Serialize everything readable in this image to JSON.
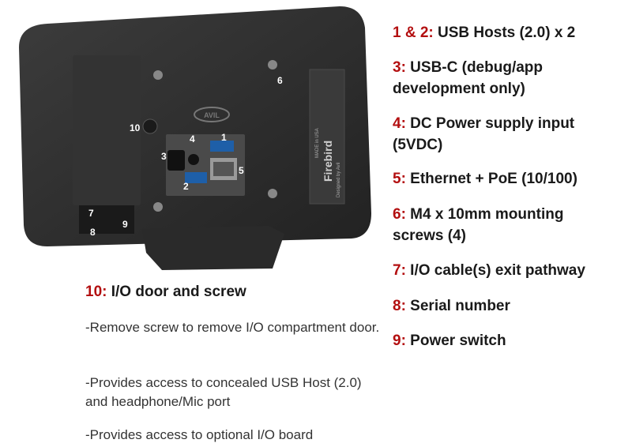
{
  "device": {
    "brand": "AVIL",
    "label_brand": "Firebird",
    "label_line2": "Designed by Avil",
    "label_line3": "MADE in USA",
    "callouts": [
      "1",
      "2",
      "3",
      "4",
      "5",
      "6",
      "7",
      "8",
      "9",
      "10"
    ]
  },
  "legend": {
    "items": [
      {
        "num": "1 & 2:",
        "text": " USB Hosts (2.0) x 2"
      },
      {
        "num": "3:",
        "text": " USB-C (debug/app",
        "text2": "development only)"
      },
      {
        "num": "4:",
        "text": " DC Power supply input",
        "text2": "(5VDC)"
      },
      {
        "num": "5:",
        "text": " Ethernet + PoE (10/100)"
      },
      {
        "num": "6:",
        "text": " M4 x 10mm mounting",
        "text2": "screws (4)"
      },
      {
        "num": "7:",
        "text": " I/O cable(s) exit pathway"
      },
      {
        "num": "8:",
        "text": " Serial number"
      },
      {
        "num": "9:",
        "text": " Power switch"
      }
    ]
  },
  "door": {
    "num": "10:",
    "title": " I/O door and screw",
    "notes": [
      "-Remove screw to remove I/O compartment door.",
      "-Provides access to concealed USB Host (2.0) and headphone/Mic port",
      "-Provides access to optional I/O board"
    ]
  }
}
